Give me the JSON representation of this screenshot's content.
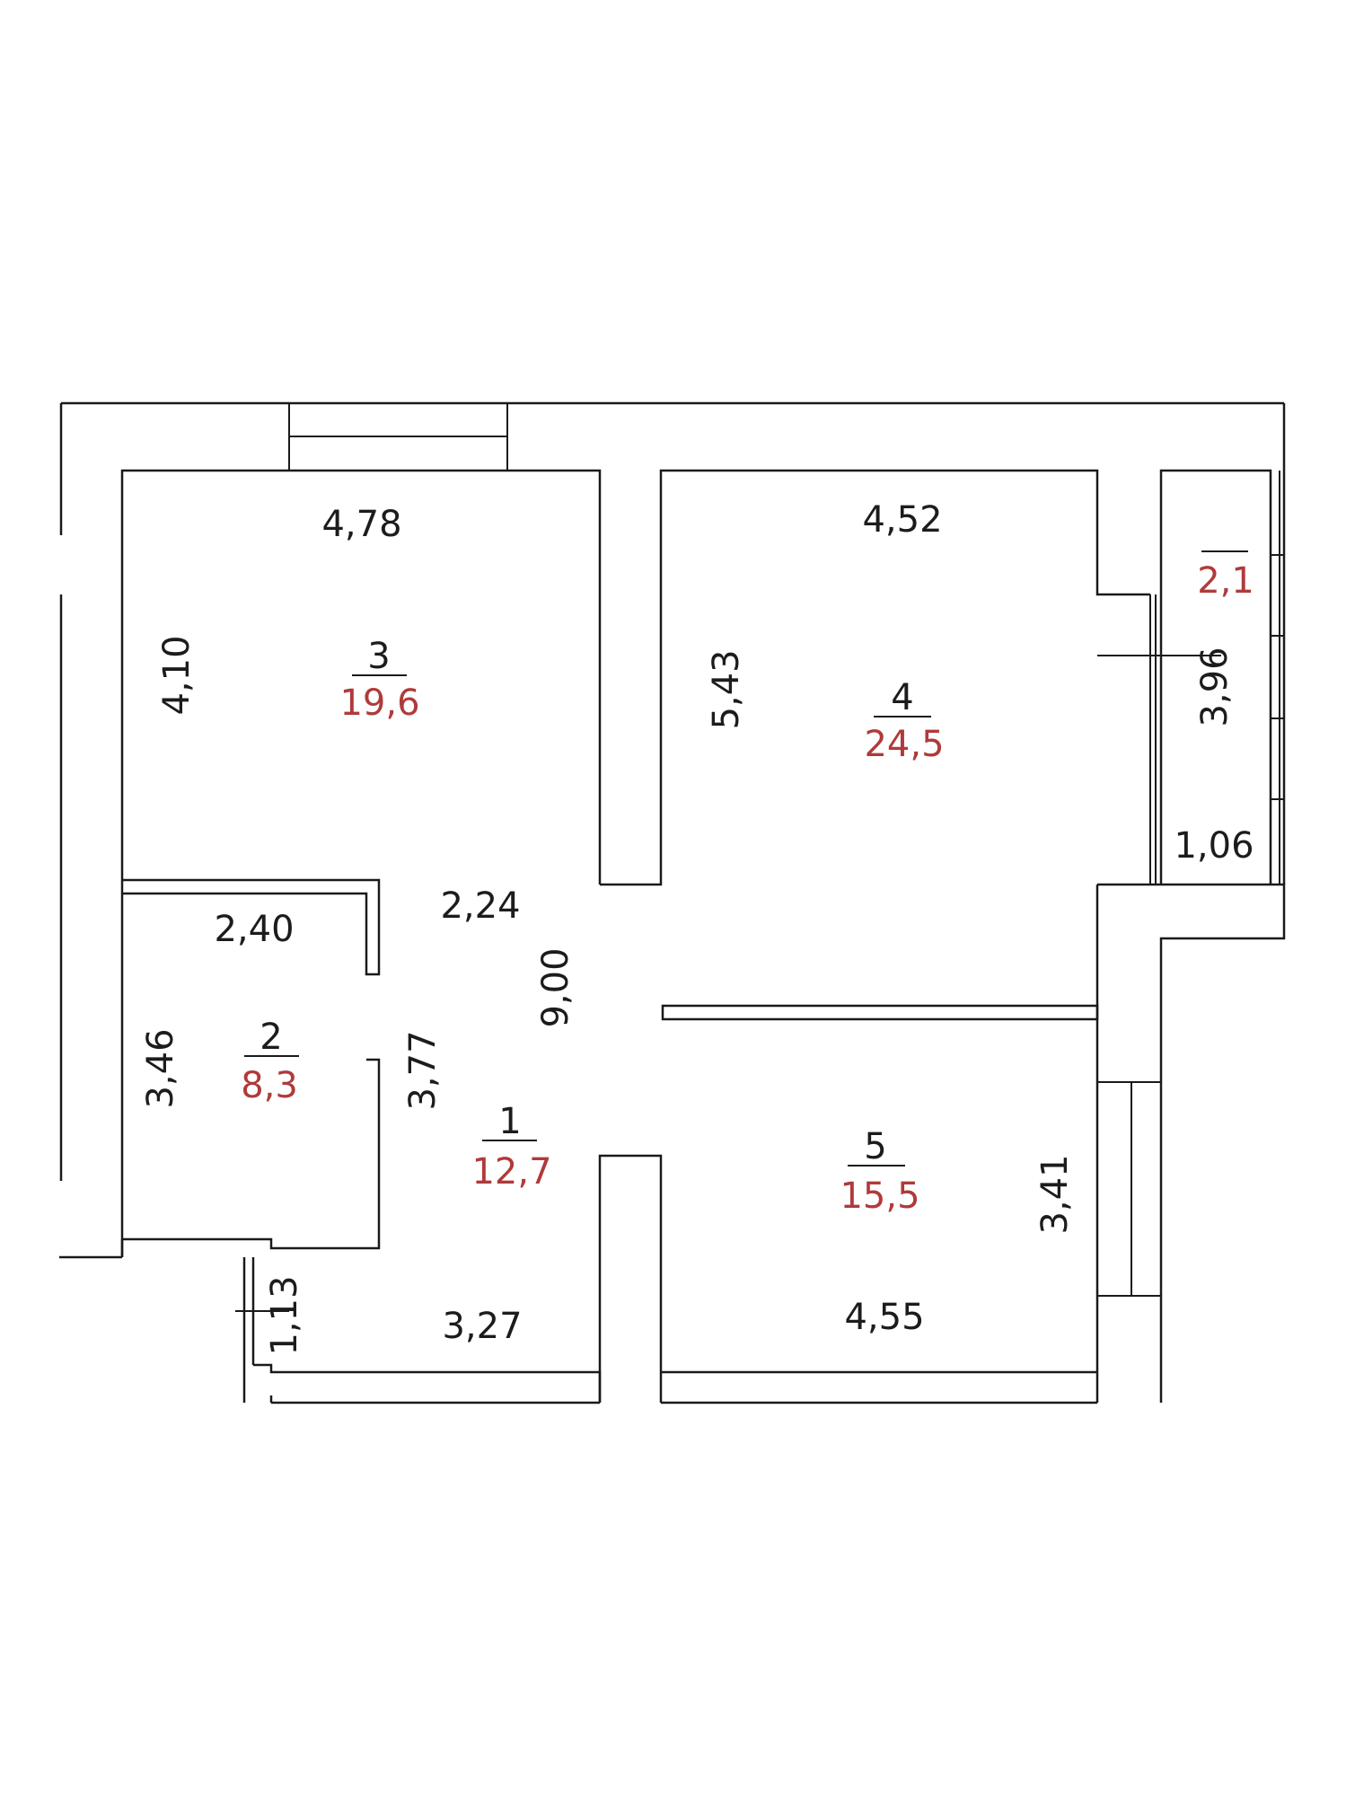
{
  "rooms": [
    {
      "number": "1",
      "area": "12,7"
    },
    {
      "number": "2",
      "area": "8,3"
    },
    {
      "number": "3",
      "area": "19,6"
    },
    {
      "number": "4",
      "area": "24,5"
    },
    {
      "number": "5",
      "area": "15,5"
    },
    {
      "number": "",
      "area": "2,1"
    }
  ],
  "dimensions": {
    "room3_width": "4,78",
    "room3_height": "4,10",
    "room4_width": "4,52",
    "room4_height": "5,43",
    "balcony_length": "3,96",
    "balcony_width": "1,06",
    "room2_width": "2,40",
    "room2_height": "3,46",
    "hall_width": "2,24",
    "hall_length": "9,00",
    "hall_side": "3,77",
    "entry_width": "1,13",
    "hall_bottom": "3,27",
    "room5_width": "4,55",
    "room5_height": "3,41"
  },
  "colors": {
    "walls": "#1a1a1a",
    "area_text": "#b03a3a"
  }
}
